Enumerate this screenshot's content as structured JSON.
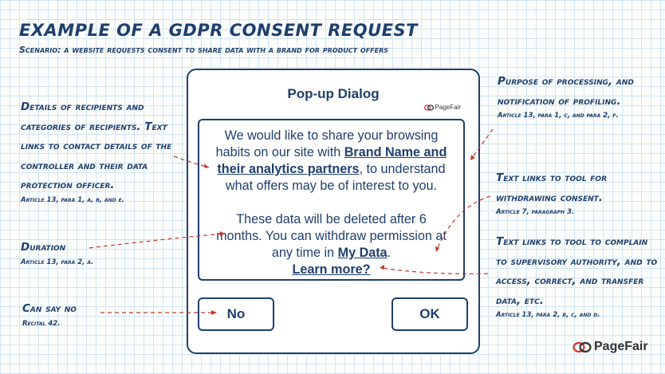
{
  "header": {
    "title": "Example of a GDPR consent request",
    "subtitle": "Scenario: a website requests consent to share data with a brand for product offers"
  },
  "dialog": {
    "title": "Pop-up Dialog",
    "logo": "PageFair",
    "para1_a": "We would like to share your browsing habits on our site with ",
    "para1_link": "Brand Name and their analytics partners",
    "para1_b": ", to understand what offers may be of interest to you.",
    "para2_a": "These data will be deleted after 6 months. You can withdraw permission at any time in ",
    "para2_link": "My Data",
    "para2_b": ".",
    "learn_more": "Learn more?",
    "no_label": "No",
    "ok_label": "OK"
  },
  "annotations": {
    "recipients": {
      "text": "Details of recipients and categories of recipients. Text links to contact details of the controller and their data protection officer.",
      "ref": "Article 13, para 1, a, b, and e."
    },
    "duration": {
      "text": "Duration",
      "ref": "Article 13, para 2, a."
    },
    "say_no": {
      "text": "Can say no",
      "ref": "Recital 42."
    },
    "purpose": {
      "text": "Purpose of processing, and notification of profiling.",
      "ref": "Article 13, para 1, c, and para 2, f."
    },
    "withdraw": {
      "text": "Text links to tool for withdrawing consent.",
      "ref": "Article 7, paragraph 3."
    },
    "complain": {
      "text": "Text links to tool to complain to supervisory authority, and to access, correct, and transfer data, etc.",
      "ref": "Article 13, para 2, b, c, and d."
    }
  },
  "brand": {
    "logo": "PageFair"
  },
  "colors": {
    "ink": "#1f3f6e",
    "arrow": "#c0392b",
    "grid": "#cfe6f6"
  }
}
